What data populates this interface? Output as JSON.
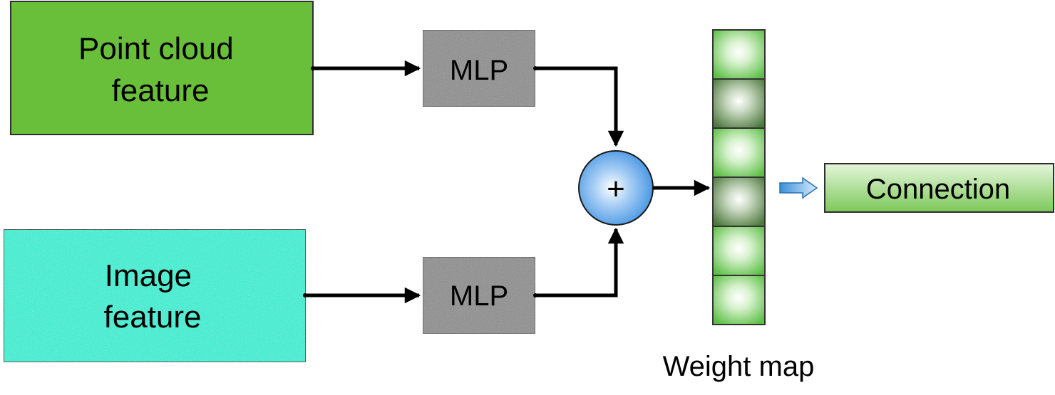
{
  "nodes": {
    "point_cloud_feature": {
      "lines": [
        "Point cloud",
        "feature"
      ],
      "fill": "#6abf3a"
    },
    "image_feature": {
      "lines": [
        "Image",
        "feature"
      ],
      "fill": "#00f5d6"
    },
    "mlp_top": {
      "label": "MLP",
      "fill": "#8c8c8c"
    },
    "mlp_bottom": {
      "label": "MLP",
      "fill": "#8c8c8c"
    },
    "sum_op": {
      "label": "+",
      "fill": "#3b8fe0"
    },
    "weight_map": {
      "label": "Weight map",
      "cell_count": 6
    },
    "connection": {
      "label": "Connection",
      "fill": "#8cd06a"
    }
  }
}
